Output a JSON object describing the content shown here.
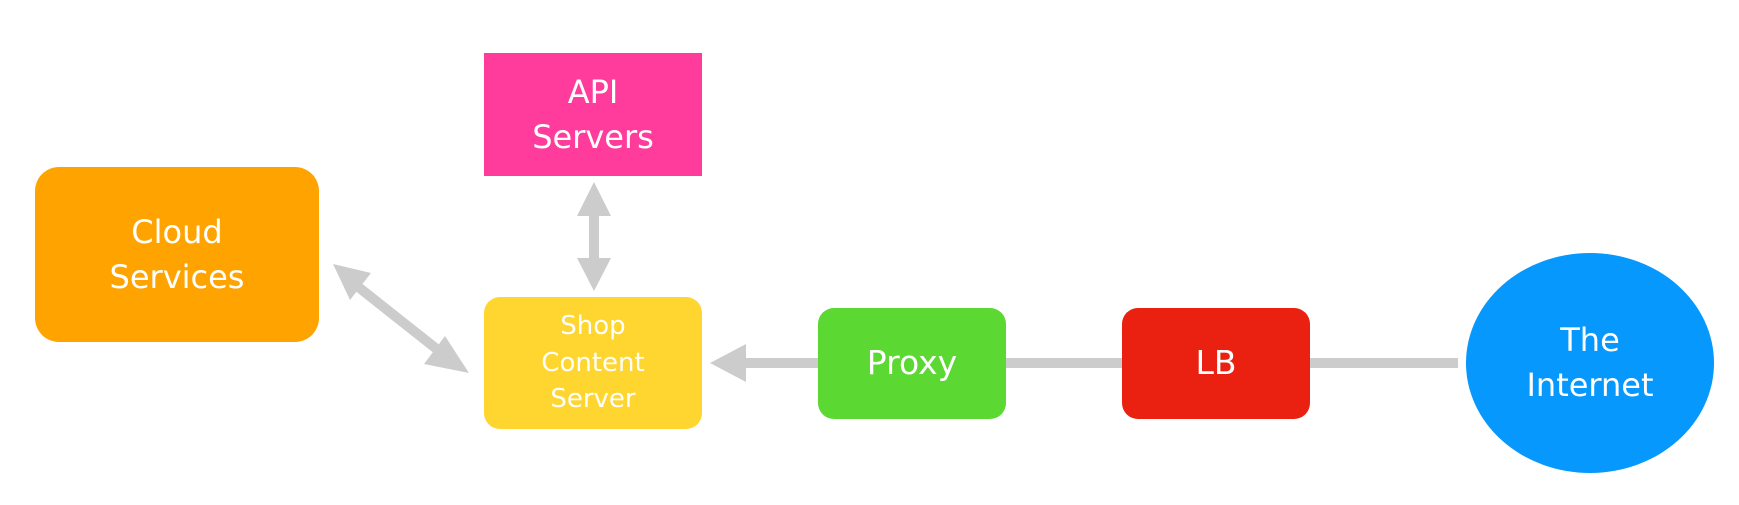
{
  "diagram": {
    "nodes": {
      "cloud_services": {
        "lines": [
          "Cloud",
          "Services"
        ],
        "color": "#ffa300"
      },
      "api_servers": {
        "lines": [
          "API",
          "Servers"
        ],
        "color": "#ff3b9b"
      },
      "shop_content_server": {
        "lines": [
          "Shop",
          "Content",
          "Server"
        ],
        "color": "#ffd52f"
      },
      "proxy": {
        "lines": [
          "Proxy"
        ],
        "color": "#5bd832"
      },
      "lb": {
        "lines": [
          "LB"
        ],
        "color": "#ea2011"
      },
      "the_internet": {
        "lines": [
          "The",
          "Internet"
        ],
        "color": "#0698fc"
      }
    },
    "edge_color": "#cccccc",
    "edges": [
      {
        "from": "cloud_services",
        "to": "shop_content_server",
        "direction": "both"
      },
      {
        "from": "api_servers",
        "to": "shop_content_server",
        "direction": "both"
      },
      {
        "from": "proxy",
        "to": "shop_content_server",
        "direction": "forward"
      },
      {
        "from": "lb",
        "to": "proxy",
        "direction": "none"
      },
      {
        "from": "the_internet",
        "to": "lb",
        "direction": "none"
      }
    ]
  }
}
